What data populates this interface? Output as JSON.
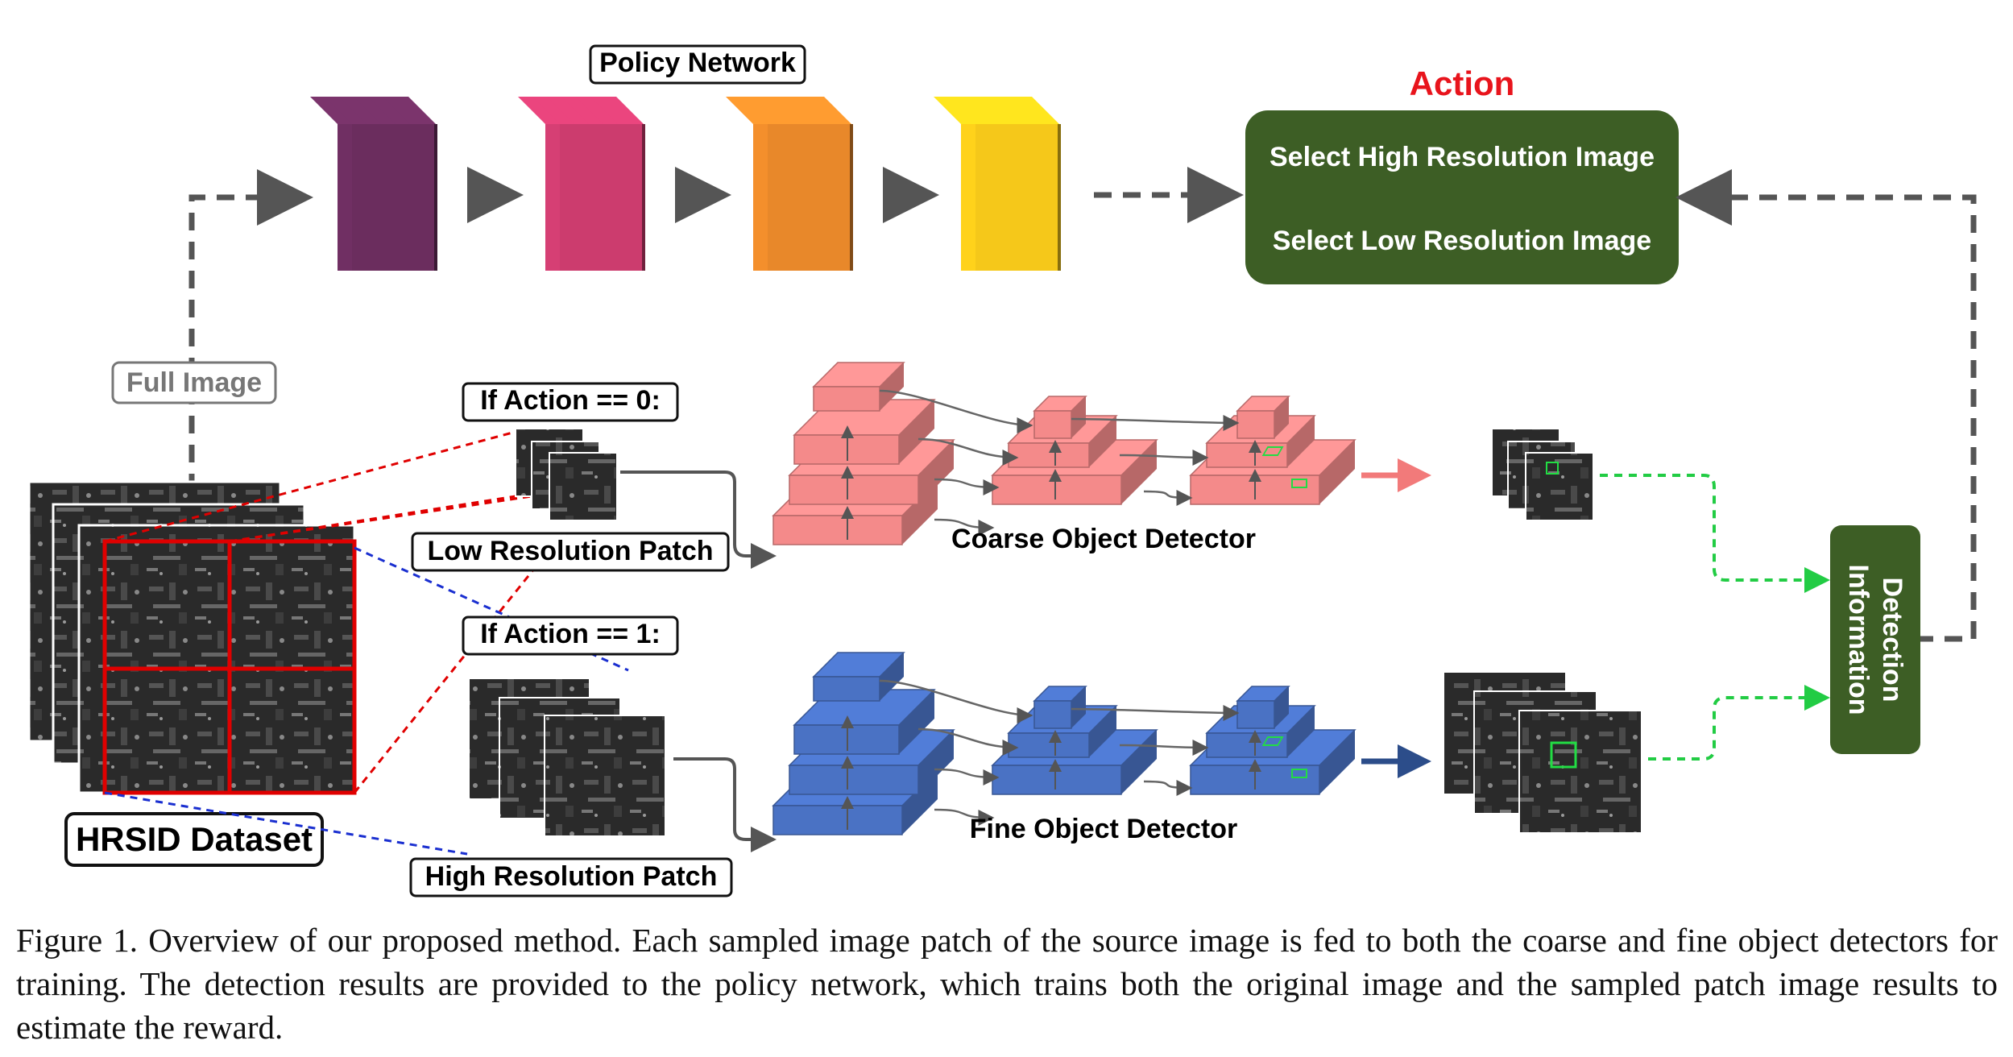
{
  "policy": {
    "title": "Policy Network"
  },
  "action": {
    "title": "Action",
    "option_high": "Select High Resolution Image",
    "option_low": "Select Low Resolution Image"
  },
  "inputs": {
    "full_image": "Full Image",
    "dataset": "HRSID Dataset",
    "if_action_0": "If Action == 0:",
    "if_action_1": "If Action == 1:",
    "low_patch": "Low Resolution Patch",
    "high_patch": "High Resolution Patch"
  },
  "detectors": {
    "coarse": "Coarse Object Detector",
    "fine": "Fine Object Detector"
  },
  "detection_info": {
    "line1": "Detection",
    "line2": "Information"
  },
  "caption": "Figure 1. Overview of our proposed method. Each sampled image patch of the source image is fed to both the coarse and fine object detectors for training. The detection results are provided to the policy network, which trains both the original image and the sampled patch image results to estimate the reward.",
  "colors": {
    "policy_layers": [
      "#6b2d5e",
      "#cc3c6e",
      "#e8882a",
      "#f5c81a"
    ],
    "action_box": "#3d5e25",
    "action_title": "#e8141c",
    "coarse": "#f48a8a",
    "fine": "#4a72c4",
    "grid": "#e00000",
    "green_arrow": "#22cc44"
  }
}
